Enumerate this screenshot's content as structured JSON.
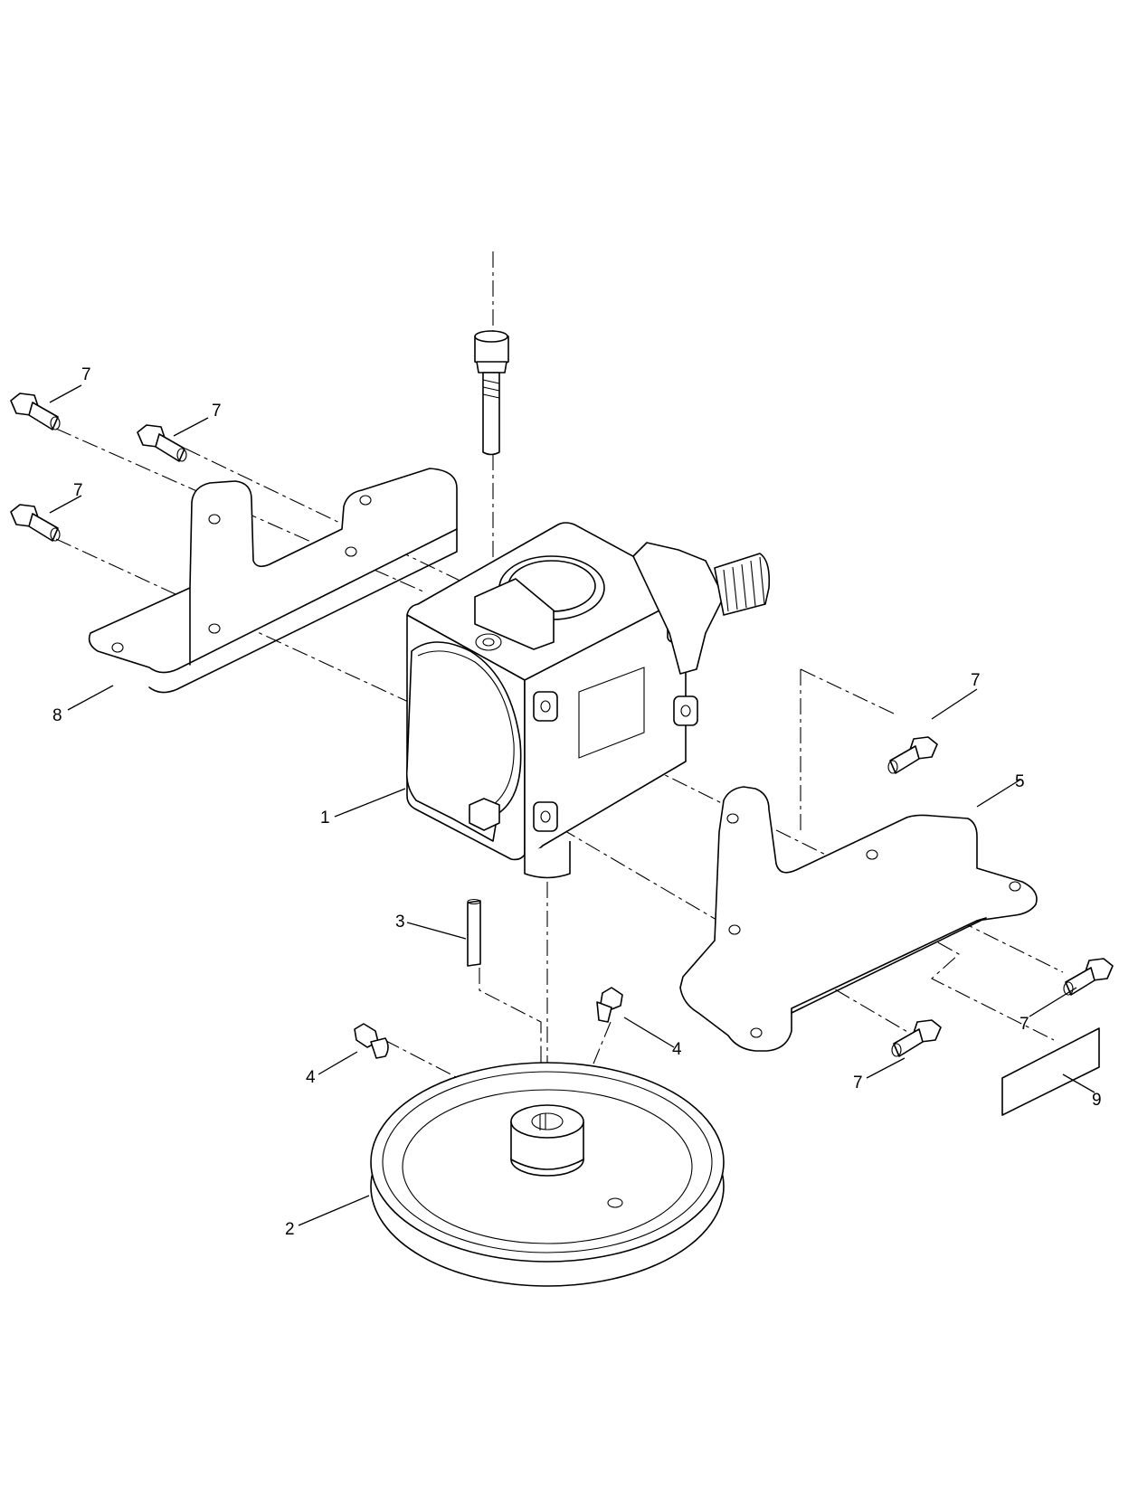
{
  "callouts": {
    "c1": "1",
    "c2": "2",
    "c3": "3",
    "c4a": "4",
    "c4b": "4",
    "c5": "5",
    "c7a": "7",
    "c7b": "7",
    "c7c": "7",
    "c7d": "7",
    "c7e": "7",
    "c7f": "7",
    "c8": "8",
    "c9": "9"
  },
  "icons": {
    "gearbox": "gearbox-icon",
    "pulley": "pulley-icon",
    "bolt": "bolt-icon"
  }
}
